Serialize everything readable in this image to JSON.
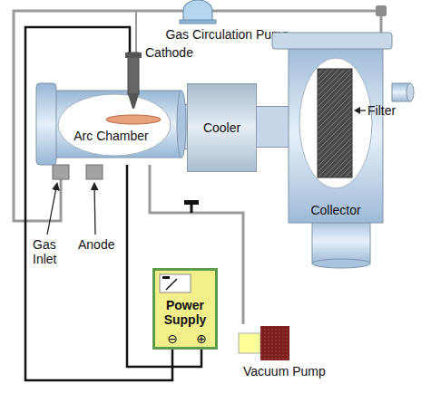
{
  "diagram": {
    "nodes": [
      {
        "text": [
          "Gas Circulation Pump"
        ]
      },
      {
        "text": [
          "Arc Chamber"
        ]
      },
      {
        "text": [
          "Cooler"
        ]
      },
      {
        "text": [
          "Collector"
        ]
      },
      {
        "text": [
          "Power Supply"
        ]
      },
      {
        "text": [
          "Vacuum Pump"
        ]
      }
    ],
    "edges": [
      {
        "from": 1,
        "to": 2,
        "arrow": "none"
      },
      {
        "from": 2,
        "to": 3,
        "arrow": "none"
      },
      {
        "from": 3,
        "to": 0,
        "arrow": "none"
      },
      {
        "from": 0,
        "to": 1,
        "arrow": "none"
      },
      {
        "from": 1,
        "to": 5,
        "arrow": "none"
      },
      {
        "from": 4,
        "to": 1,
        "arrow": "none"
      },
      {
        "from": 4,
        "to": 1,
        "arrow": "none"
      }
    ],
    "labels": [
      "Cathode",
      "Filter",
      "Gas Inlet",
      "Anode",
      "⊖",
      "⊕"
    ]
  }
}
